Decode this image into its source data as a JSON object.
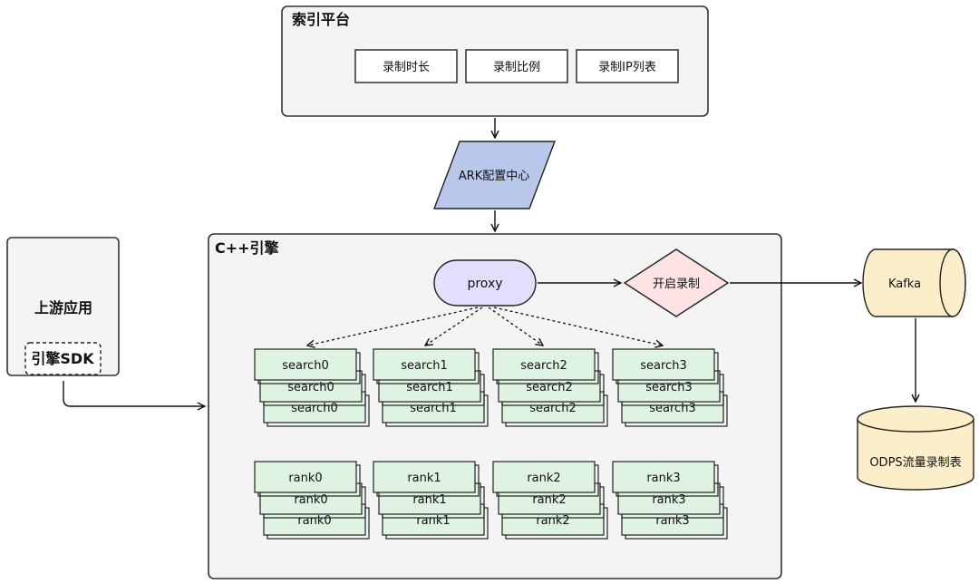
{
  "index_platform": {
    "title": "索引平台",
    "buttons": [
      "录制时长",
      "录制比例",
      "录制IP列表"
    ]
  },
  "ark": {
    "label": "ARK配置中心"
  },
  "engine": {
    "title": "C++引擎",
    "proxy": "proxy",
    "record_switch": "开启录制",
    "search_nodes": [
      "search0",
      "search1",
      "search2",
      "search3"
    ],
    "rank_nodes": [
      "rank0",
      "rank1",
      "rank2",
      "rank3"
    ]
  },
  "upstream": {
    "title": "上游应用",
    "sdk": "引擎SDK"
  },
  "kafka": {
    "label": "Kafka"
  },
  "odps": {
    "label": "ODPS流量录制表"
  },
  "colors": {
    "ark_fill": "#b8c7ea",
    "proxy_fill": "#e3defb",
    "decision_fill": "#fde3e3",
    "node_fill": "#dff3e3",
    "storage_fill": "#fbeec8",
    "panel_fill": "#f4f4f4"
  }
}
